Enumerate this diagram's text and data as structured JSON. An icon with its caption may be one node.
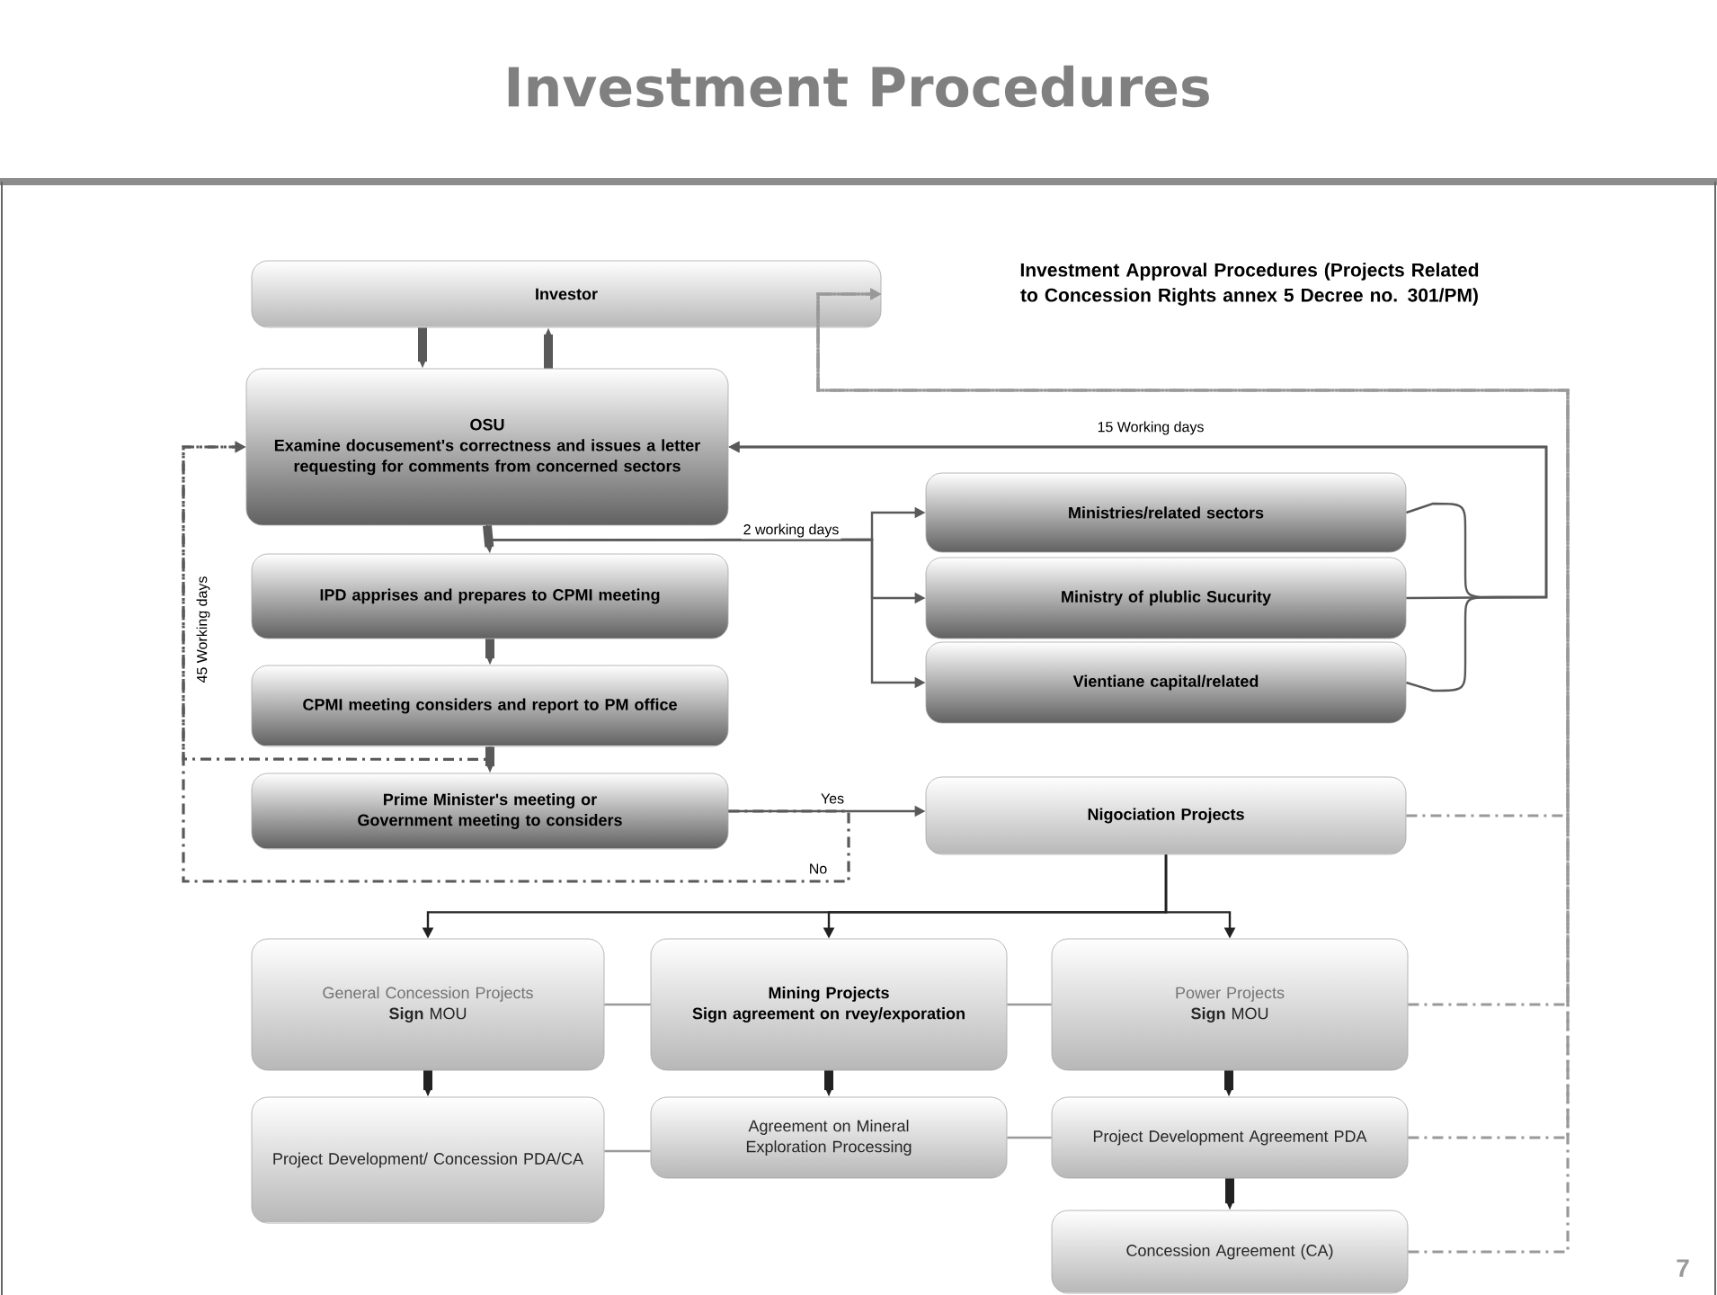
{
  "diagram": {
    "title": "Investment Procedures",
    "nodes": [
      {
        "text": [
          "Investor"
        ]
      },
      {
        "text": [
          "OSU",
          "Examine docusement's correctness and issues a letter requesting for comments from concerned sectors"
        ]
      },
      {
        "text": [
          "IPD apprises and prepares to CPMI meeting"
        ]
      },
      {
        "text": [
          "CPMI meeting considers and report to PM office"
        ]
      },
      {
        "text": [
          "Prime Minister's meeting or Government meeting to considers"
        ]
      },
      {
        "text": [
          "Ministries/related sectors"
        ]
      },
      {
        "text": [
          "Ministry of plublic Sucurity"
        ]
      },
      {
        "text": [
          "Vientiane capital/related"
        ]
      },
      {
        "text": [
          "Nigociation Projects"
        ]
      },
      {
        "text": [
          "General Concession Projects",
          "**Sign** MOU"
        ]
      },
      {
        "text": [
          "Mining Projects",
          "Sign agreement on rvey/exporation"
        ]
      },
      {
        "text": [
          "Power Projects",
          "**Sign** MOU"
        ]
      },
      {
        "text": [
          "Project Development/ Concession PDA/CA"
        ]
      },
      {
        "text": [
          "Agreement on Mineral Exploration Processing"
        ]
      },
      {
        "text": [
          "Project Development Agreement PDA"
        ]
      },
      {
        "text": [
          "Concession Agreement (CA)"
        ]
      }
    ],
    "edges": [
      {
        "from": 0,
        "to": 1,
        "arrow": "to",
        "style": "thick"
      },
      {
        "from": 1,
        "to": 0,
        "arrow": "to",
        "style": "thick"
      },
      {
        "from": 1,
        "to": 2,
        "arrow": "to",
        "style": "thick"
      },
      {
        "from": 1,
        "to": 5,
        "arrow": "to",
        "label": "2 working days"
      },
      {
        "from": 1,
        "to": 6,
        "arrow": "to"
      },
      {
        "from": 1,
        "to": 7,
        "arrow": "to"
      },
      {
        "from": 2,
        "to": 3,
        "arrow": "to",
        "style": "thick"
      },
      {
        "from": 3,
        "to": 4,
        "arrow": "to",
        "style": "thick"
      },
      {
        "from": 5,
        "to": 1,
        "arrow": "to"
      },
      {
        "from": 6,
        "to": 1,
        "arrow": "to",
        "label": "15 Working days"
      },
      {
        "from": 7,
        "to": 1,
        "arrow": "to"
      },
      {
        "from": 3,
        "to": 1,
        "arrow": "to",
        "style": "dashed"
      },
      {
        "from": 4,
        "to": 8,
        "arrow": "to",
        "label": "Yes"
      },
      {
        "from": 4,
        "to": 1,
        "arrow": "to",
        "style": "dashed",
        "label": "No"
      },
      {
        "from": 8,
        "to": 9,
        "arrow": "to",
        "color": "#222222"
      },
      {
        "from": 8,
        "to": 10,
        "arrow": "to",
        "color": "#222222"
      },
      {
        "from": 8,
        "to": 11,
        "arrow": "to",
        "color": "#222222"
      },
      {
        "from": 9,
        "to": 12,
        "arrow": "to",
        "style": "thick",
        "color": "#222222"
      },
      {
        "from": 10,
        "to": 13,
        "arrow": "to",
        "style": "thick",
        "color": "#222222"
      },
      {
        "from": 11,
        "to": 14,
        "arrow": "to",
        "style": "thick",
        "color": "#222222"
      },
      {
        "from": 14,
        "to": 15,
        "arrow": "to",
        "style": "thick",
        "color": "#222222"
      },
      {
        "from": 9,
        "to": 10,
        "arrow": "none",
        "color": "#999999"
      },
      {
        "from": 10,
        "to": 11,
        "arrow": "none",
        "color": "#999999"
      },
      {
        "from": 12,
        "to": 13,
        "arrow": "none",
        "color": "#999999"
      },
      {
        "from": 13,
        "to": 14,
        "arrow": "none",
        "color": "#999999"
      },
      {
        "from": 8,
        "to": 0,
        "arrow": "to",
        "style": "dashed",
        "color": "#999999"
      },
      {
        "from": 11,
        "to": 0,
        "arrow": "to",
        "style": "dashed",
        "color": "#999999"
      },
      {
        "from": 14,
        "to": 0,
        "arrow": "to",
        "style": "dashed",
        "color": "#999999"
      },
      {
        "from": 15,
        "to": 0,
        "arrow": "to",
        "style": "dashed",
        "color": "#999999"
      }
    ],
    "labels": [
      "Investment Approval Procedures (Projects Related to Concession Rights annex 5 Decree no. 301/PM)",
      "45 Working days",
      "7"
    ]
  }
}
